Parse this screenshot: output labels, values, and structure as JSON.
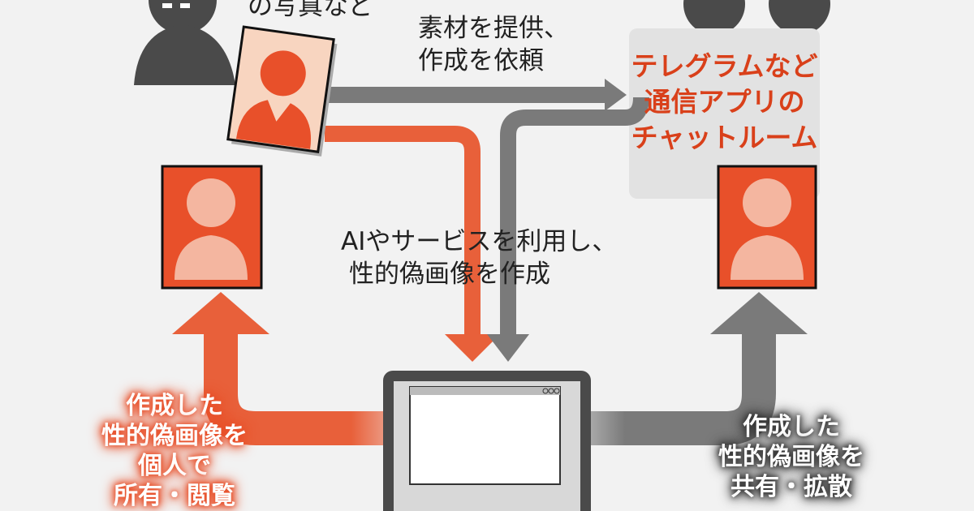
{
  "labels": {
    "photo_caption": "の写真など",
    "request": [
      "素材を提供、",
      "作成を依頼"
    ],
    "chat_room": [
      "テレグラムなど",
      "通信アプリの",
      "チャットルーム"
    ],
    "create": [
      "AIやサービスを利用し、",
      "性的偽画像を作成"
    ],
    "own": [
      "作成した",
      "性的偽画像を",
      "個人で",
      "所有・閲覧"
    ],
    "share": [
      "作成した",
      "性的偽画像を",
      "共有・拡散"
    ]
  },
  "colors": {
    "orange": "#e8603a",
    "gray": "#7a7a7a",
    "dark": "#4a4a4a",
    "red_text": "#d9401a",
    "box": "#e2e2e2"
  }
}
